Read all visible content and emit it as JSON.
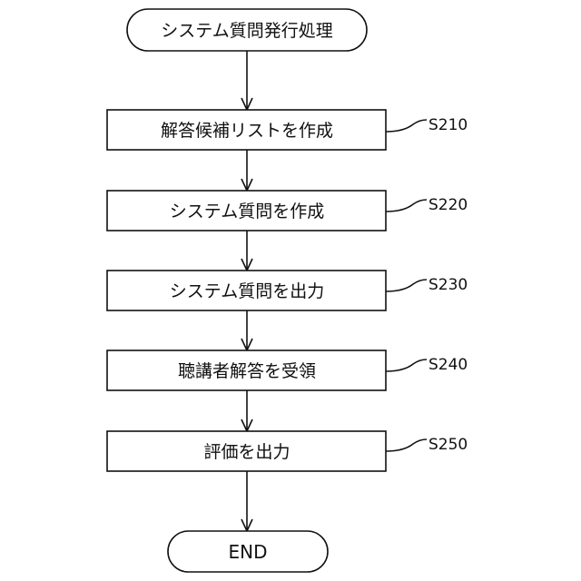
{
  "start": {
    "label": "システム質問発行処理"
  },
  "steps": [
    {
      "id": "S210",
      "label": "解答候補リストを作成"
    },
    {
      "id": "S220",
      "label": "システム質問を作成"
    },
    {
      "id": "S230",
      "label": "システム質問を出力"
    },
    {
      "id": "S240",
      "label": "聴講者解答を受領"
    },
    {
      "id": "S250",
      "label": "評価を出力"
    }
  ],
  "end": {
    "label": "END"
  }
}
